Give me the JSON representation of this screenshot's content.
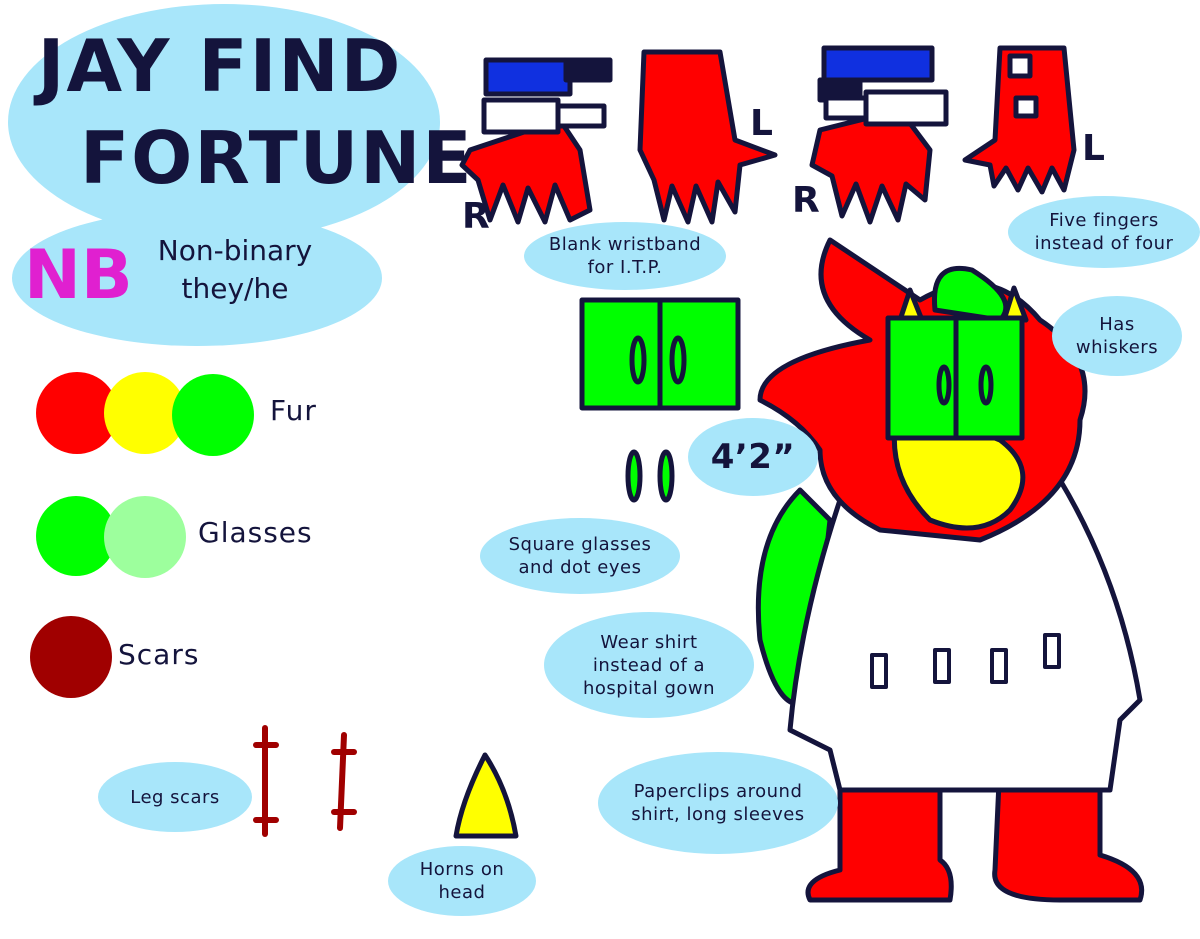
{
  "title": {
    "line1": "JAY FIND",
    "line2": "FORTUNE"
  },
  "gender": {
    "badge": "NB",
    "text": "Non-binary\nthey/he"
  },
  "palette": {
    "fur": {
      "label": "Fur",
      "colors": [
        "#ff0000",
        "#ffff00",
        "#00ff00"
      ]
    },
    "glasses": {
      "label": "Glasses",
      "colors": [
        "#00ff00",
        "#9dff9d"
      ]
    },
    "scars": {
      "label": "Scars",
      "colors": [
        "#a00000"
      ]
    }
  },
  "hands": {
    "right_label": "R",
    "left_label": "L"
  },
  "height": "4’2”",
  "notes": {
    "wristband": "Blank wristband\nfor I.T.P.",
    "fingers": "Five fingers\ninstead of four",
    "whiskers": "Has\nwhiskers",
    "glasses": "Square glasses\nand dot eyes",
    "shirt": "Wear shirt\ninstead of a\nhospital gown",
    "paperclips": "Paperclips around\nshirt, long sleeves",
    "leg_scars": "Leg scars",
    "horns": "Horns on\nhead"
  },
  "colors": {
    "bubble": "#a8e6fa",
    "outline": "#14143c",
    "nb": "#e020d0",
    "shirt": "#ffffff"
  }
}
